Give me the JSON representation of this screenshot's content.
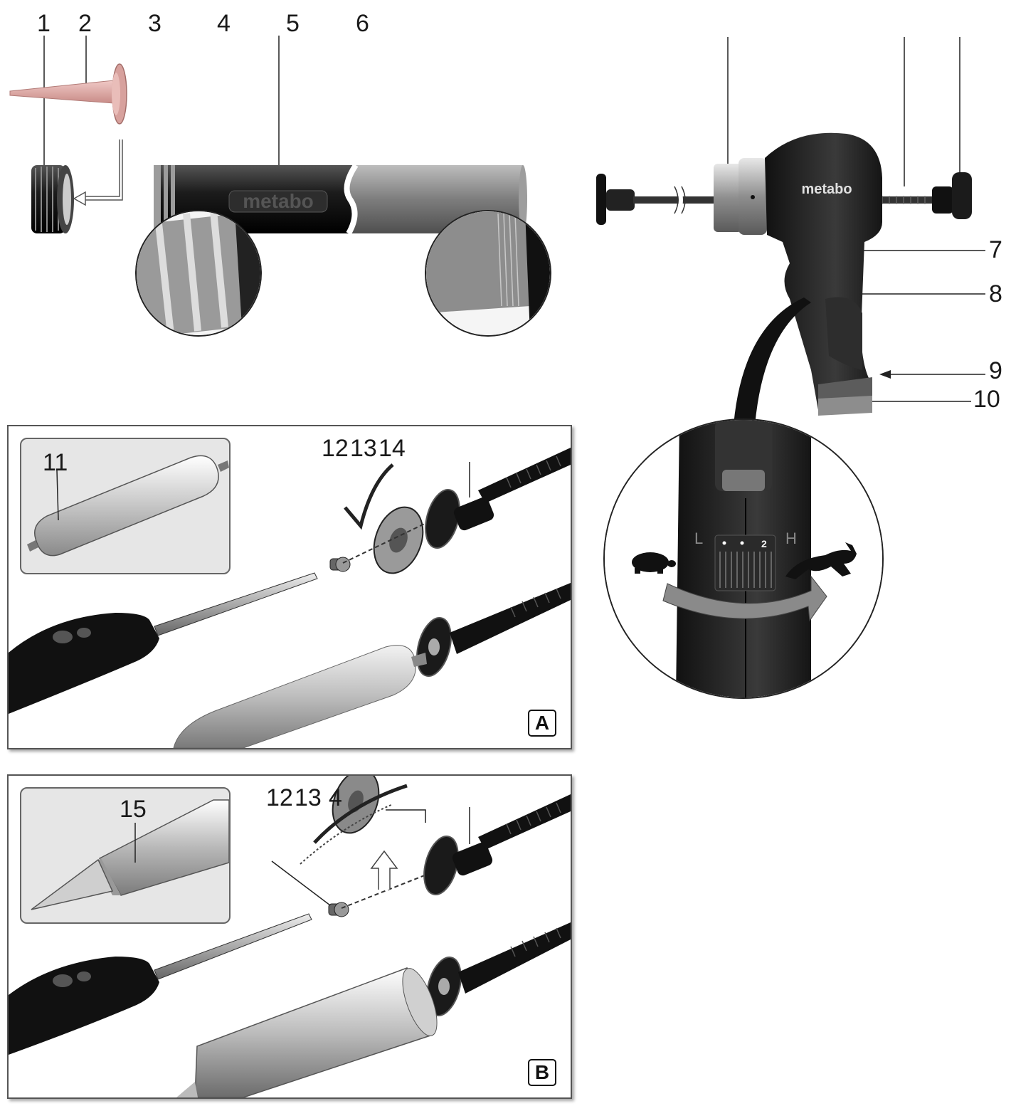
{
  "labels": {
    "n1": "1",
    "n2": "2",
    "n3": "3",
    "n4": "4",
    "n5": "5",
    "n6": "6",
    "n7": "7",
    "n8": "8",
    "n9": "9",
    "n10": "10",
    "n11": "11",
    "n12a": "12",
    "n13a": "13",
    "n14a": "14",
    "n15": "15",
    "n12b": "12",
    "n13b": "13",
    "n14b": "4"
  },
  "brand": {
    "tube_logo": "metabo",
    "gun_logo": "metabo"
  },
  "speed_dial": {
    "low": "L",
    "high": "H",
    "setting_2": "2"
  },
  "panels": {
    "a": "A",
    "b": "B"
  },
  "colors": {
    "nozzle": "#d9a3a0",
    "body": "#222222",
    "metal": "#9a9a9a",
    "inset_bg": "#e6e6e6"
  },
  "icons": [
    "turtle-icon",
    "rabbit-icon",
    "checkmark-icon",
    "cross-icon",
    "arrow-icon"
  ]
}
